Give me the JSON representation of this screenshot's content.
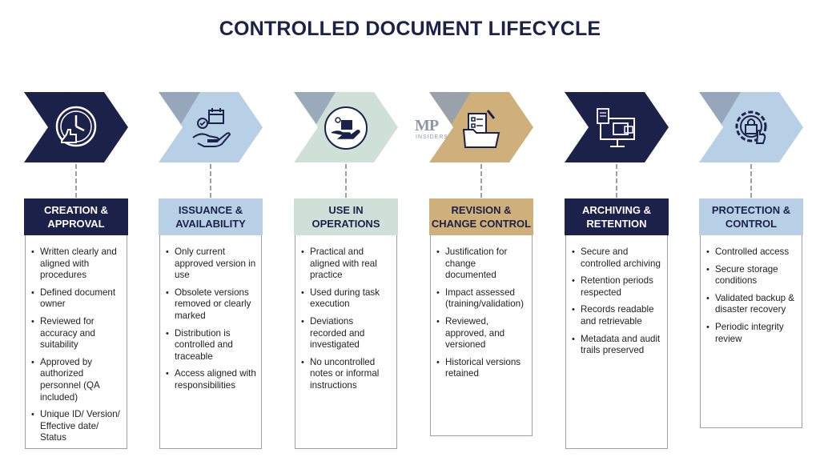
{
  "title": "CONTROLLED DOCUMENT LIFECYCLE",
  "watermark": {
    "text": "MP",
    "sub": "INSIDERS"
  },
  "colors": {
    "navy": "#1b2148",
    "lightblue": "#b8d0e6",
    "mint": "#cfe0d9",
    "gold": "#cfb07a",
    "grey": "#8fa0b4"
  },
  "stages": [
    {
      "title": "CREATION &\nAPPROVAL",
      "icon": "clock-thumbsup-icon",
      "theme": "navy",
      "items": [
        "Written clearly and aligned with procedures",
        "Defined document owner",
        "Reviewed for accuracy and suitability",
        "Approved by authorized personnel (QA included)",
        "Unique ID/ Version/ Effective date/ Status"
      ]
    },
    {
      "title": "ISSUANCE &\nAVAILABILITY",
      "icon": "hand-calendar-icon",
      "theme": "lightblue",
      "items": [
        "Only current approved version in use",
        "Obsolete versions removed or clearly marked",
        "Distribution is controlled and traceable",
        "Access aligned with responsibilities"
      ]
    },
    {
      "title": "USE IN\nOPERATIONS",
      "icon": "hand-gear-icon",
      "theme": "mint",
      "items": [
        "Practical and aligned with real practice",
        "Used during task execution",
        "Deviations recorded and investigated",
        "No uncontrolled notes or informal instructions"
      ]
    },
    {
      "title": "REVISION &\nCHANGE CONTROL",
      "icon": "folder-checklist-icon",
      "theme": "gold",
      "items": [
        "Justification for change documented",
        "Impact assessed (training/validation)",
        "Reviewed, approved, and versioned",
        "Historical versions retained"
      ]
    },
    {
      "title": "ARCHIVING &\nRETENTION",
      "icon": "monitor-archive-icon",
      "theme": "navy",
      "items": [
        "Secure and controlled archiving",
        "Retention periods respected",
        "Records readable and retrievable",
        "Metadata and audit trails preserved"
      ]
    },
    {
      "title": "PROTECTION &\nCONTROL",
      "icon": "gear-lock-icon",
      "theme": "lightblue",
      "items": [
        "Controlled access",
        "Secure storage conditions",
        "Validated backup & disaster recovery",
        "Periodic integrity review"
      ]
    }
  ]
}
